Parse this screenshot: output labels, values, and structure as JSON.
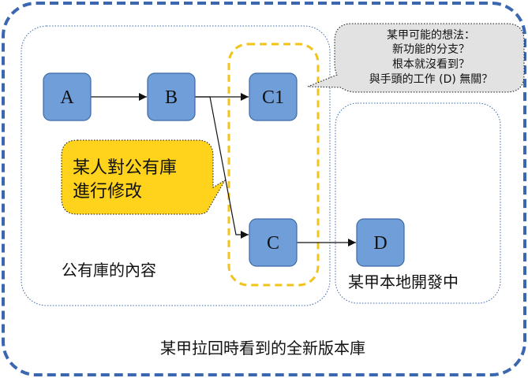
{
  "diagram": {
    "nodes": [
      {
        "label": "A"
      },
      {
        "label": "B"
      },
      {
        "label": "C1"
      },
      {
        "label": "C"
      },
      {
        "label": "D"
      }
    ],
    "public_repo_label": "公有庫的內容",
    "local_dev_label": "某甲本地開發中",
    "new_repo_label": "某甲拉回時看到的全新版本庫",
    "callout_change": {
      "lines": [
        "某人對公有庫",
        "進行修改"
      ]
    },
    "callout_thought": {
      "lines": [
        "某甲可能的想法：",
        "新功能的分支？",
        "根本就沒看到？",
        "與手頭的工作 (D) 無關？"
      ]
    }
  },
  "colors": {
    "node_fill": "#6f9ed9",
    "node_border": "#3d6aa6",
    "outer_border": "#3a67b0",
    "inner_border": "#3a67b0",
    "highlight_border": "#f2c31b",
    "callout_fill": "#ffd21c",
    "thought_fill": "#e2e2e2"
  }
}
